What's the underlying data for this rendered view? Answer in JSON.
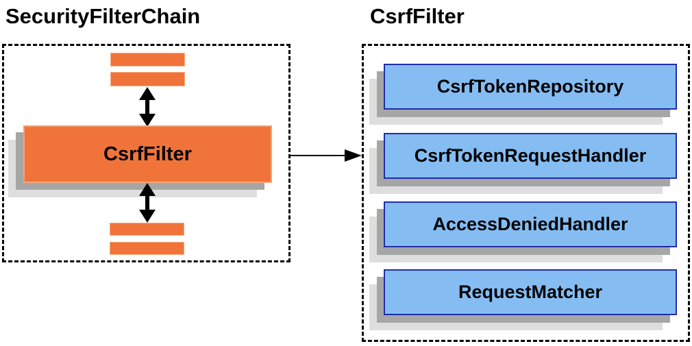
{
  "titles": {
    "left": "SecurityFilterChain",
    "right": "CsrfFilter"
  },
  "security_filter_chain": {
    "filter_box_label": "CsrfFilter",
    "placeholder_bars": [
      "other-filter",
      "other-filter",
      "other-filter",
      "other-filter"
    ]
  },
  "csrf_filter_components": [
    {
      "label": "CsrfTokenRepository"
    },
    {
      "label": "CsrfTokenRequestHandler"
    },
    {
      "label": "AccessDeniedHandler"
    },
    {
      "label": "RequestMatcher"
    }
  ],
  "colors": {
    "orange_fill": "#F0743A",
    "blue_fill": "#85BDF2",
    "blue_border": "#1F2DA8",
    "shadow_dark": "#A6A6A6",
    "shadow_light": "#DEDEDE",
    "line_black": "#000000"
  }
}
